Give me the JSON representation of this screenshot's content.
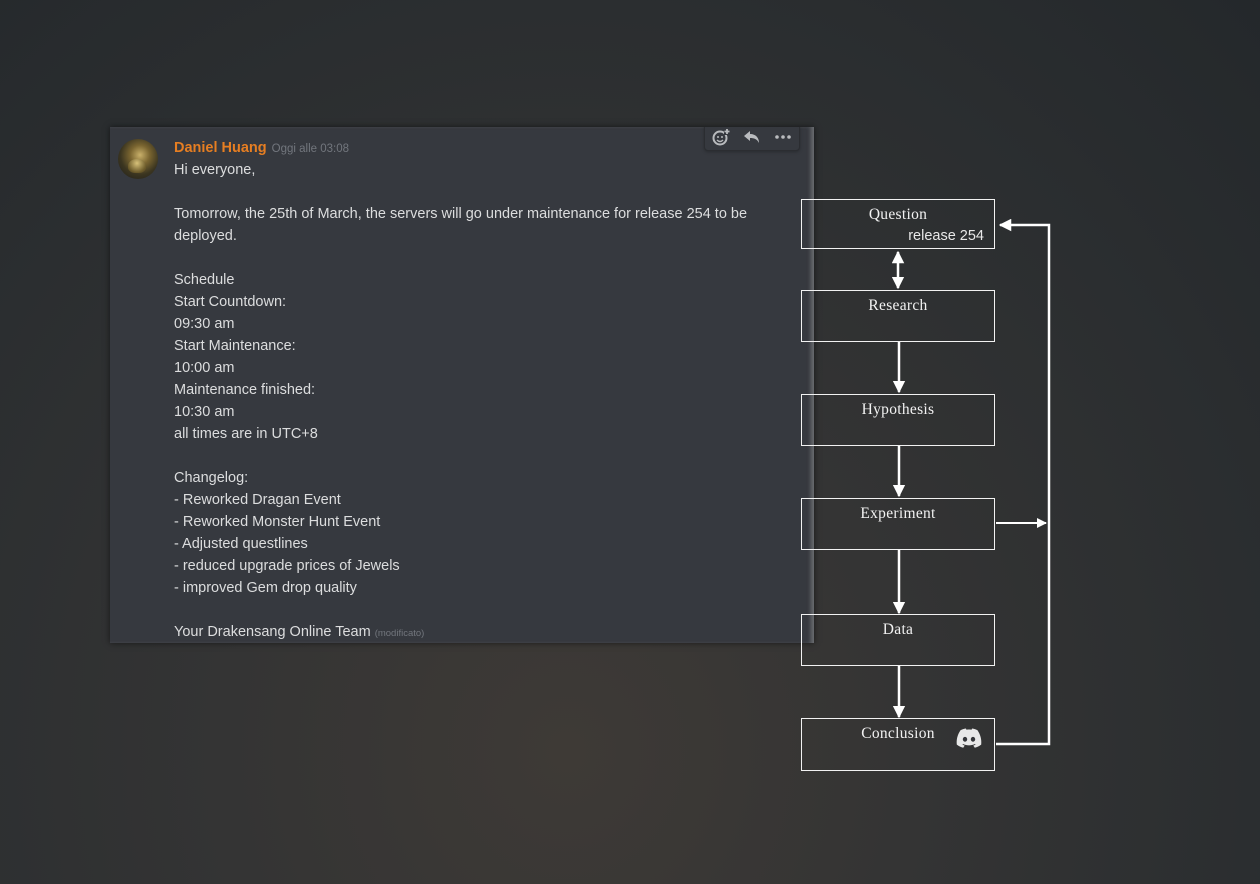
{
  "message": {
    "author": "Daniel Huang",
    "timestamp": "Oggi alle 03:08",
    "lines": [
      "Hi everyone,",
      "",
      "Tomorrow, the 25th of March, the servers will go under maintenance for release 254 to be deployed.",
      "",
      "Schedule",
      "Start Countdown:",
      "09:30 am",
      "Start Maintenance:",
      "10:00 am",
      "Maintenance finished:",
      "10:30 am",
      "all times are in UTC+8",
      "",
      "Changelog:",
      "- Reworked Dragan Event",
      "- Reworked Monster Hunt Event",
      "- Adjusted questlines",
      "- reduced upgrade prices of Jewels",
      "- improved Gem drop quality",
      "",
      "Your Drakensang Online Team"
    ],
    "edited_label": "(modificato)",
    "author_color": "#e67e22",
    "actions": [
      "add-reaction-icon",
      "reply-icon",
      "more-options-icon"
    ]
  },
  "flowchart": {
    "steps": [
      "Question",
      "Research",
      "Hypothesis",
      "Experiment",
      "Data",
      "Conclusion"
    ],
    "question_note": "release 254",
    "conclusion_icon": "discord-logo-icon"
  }
}
